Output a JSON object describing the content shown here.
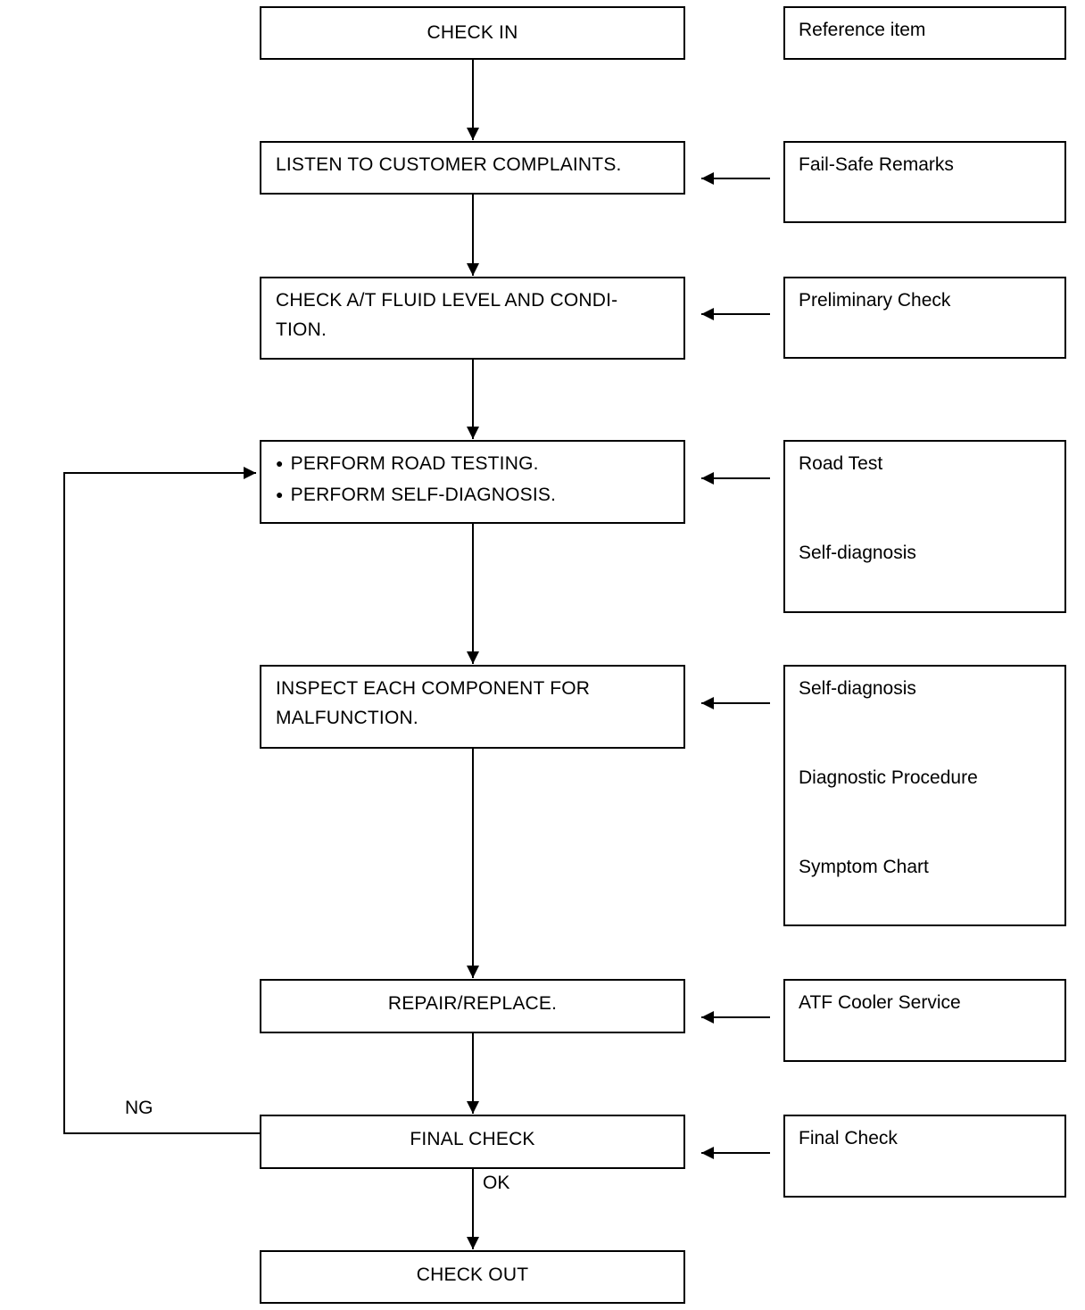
{
  "steps": {
    "check_in": "CHECK IN",
    "listen": "LISTEN TO CUSTOMER COMPLAINTS.",
    "fluid_line1": "CHECK A/T FLUID LEVEL AND CONDI-",
    "fluid_line2": "TION.",
    "road_test": "PERFORM ROAD TESTING.",
    "self_diag": "PERFORM SELF-DIAGNOSIS.",
    "inspect_line1": "INSPECT EACH COMPONENT FOR",
    "inspect_line2": "MALFUNCTION.",
    "repair": "REPAIR/REPLACE.",
    "final": "FINAL CHECK",
    "check_out": "CHECK OUT"
  },
  "refs": {
    "header": "Reference item",
    "fail_safe": "Fail-Safe Remarks",
    "preliminary": "Preliminary Check",
    "road_test": "Road Test",
    "self_diag_1": "Self-diagnosis",
    "self_diag_2": "Self-diagnosis",
    "diag_procedure": "Diagnostic Procedure",
    "symptom_chart": "Symptom Chart",
    "atf_cooler": "ATF Cooler Service",
    "final_check": "Final Check"
  },
  "labels": {
    "ng": "NG",
    "ok": "OK"
  }
}
